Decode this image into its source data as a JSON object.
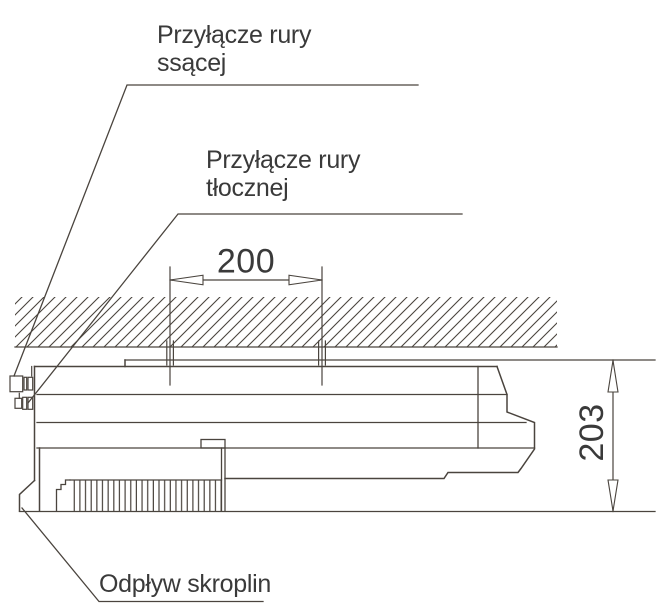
{
  "diagram": {
    "type": "technical-drawing",
    "subject": "ceiling-suspended-unit-side-view",
    "labels": {
      "suction_line1": "Przyłącze rury",
      "suction_line2": "ssącej",
      "discharge_line1": "Przyłącze rury",
      "discharge_line2": "tłocznej",
      "drain": "Odpływ skroplin"
    },
    "dimensions": {
      "pipe_spacing": "200",
      "unit_height": "203"
    },
    "colors": {
      "line": "#4a443e",
      "text": "#3a3a3a",
      "background": "#ffffff"
    }
  }
}
